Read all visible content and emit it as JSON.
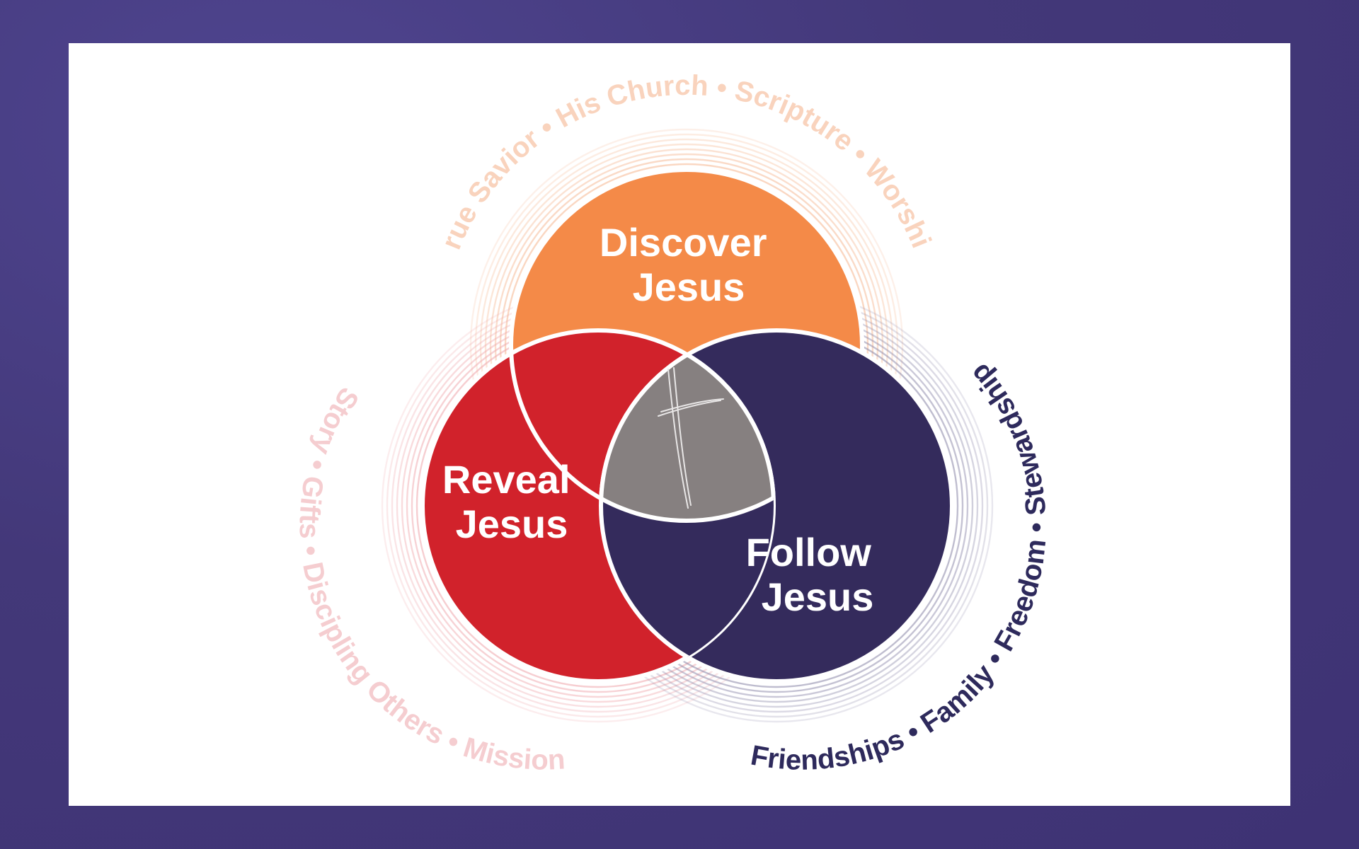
{
  "diagram": {
    "circles": [
      {
        "id": "discover",
        "line1": "Discover",
        "line2": "Jesus",
        "color": "#f48a48"
      },
      {
        "id": "reveal",
        "line1": "Reveal",
        "line2": "Jesus",
        "color": "#d1222b"
      },
      {
        "id": "follow",
        "line1": "Follow",
        "line2": "Jesus",
        "color": "#342b5c"
      }
    ],
    "center": {
      "color": "#868080",
      "icon": "cross-icon"
    },
    "rings": {
      "discover": {
        "text": "True Savior • His Church • Scripture • Worship",
        "color": "#f9d3bd"
      },
      "reveal": {
        "text": "Story • Gifts • Discipling Others • Mission",
        "color": "#f5cdd0"
      },
      "follow": {
        "text": "Friendships • Family • Freedom • Stewardship",
        "color": "#2e2a5c"
      }
    },
    "background_color": "#463b82",
    "panel_color": "#ffffff"
  }
}
